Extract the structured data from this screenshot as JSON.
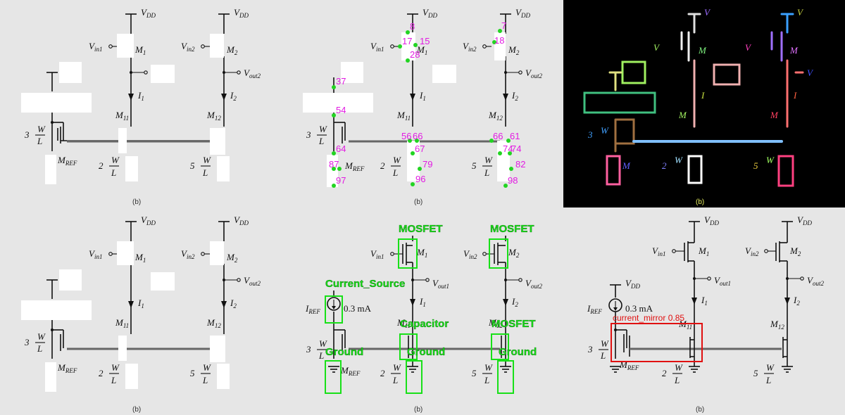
{
  "circuit": {
    "vdd": "V",
    "vdd_sub": "DD",
    "vin1": "V",
    "vin1_sub": "in1",
    "vin2": "V",
    "vin2_sub": "in2",
    "vout1": "V",
    "vout1_sub": "out1",
    "vout2": "V",
    "vout2_sub": "out2",
    "m1": "M",
    "m1_sub": "1",
    "m2": "M",
    "m2_sub": "2",
    "m11": "M",
    "m11_sub": "11",
    "m12": "M",
    "m12_sub": "12",
    "mref": "M",
    "mref_sub": "REF",
    "i1": "I",
    "i1_sub": "1",
    "i2": "I",
    "i2_sub": "2",
    "iref": "I",
    "iref_sub": "REF",
    "iref_value": "0.3 mA",
    "ratio_ref": "3",
    "ratio_m11": "2",
    "ratio_m12": "5",
    "w": "W",
    "l": "L",
    "caption": "(b)"
  },
  "keypoints": [
    "8",
    "7",
    "17",
    "15",
    "18",
    "28",
    "37",
    "54",
    "56",
    "66",
    "66",
    "61",
    "64",
    "67",
    "74",
    "74",
    "87",
    "79",
    "82",
    "97",
    "96",
    "98"
  ],
  "detections": {
    "mosfet_1": "MOSFET",
    "mosfet_2": "MOSFET",
    "current_source": "Current_Source",
    "capacitor": "Capacitor",
    "mosfet_3": "MOSFET",
    "ground_1": "Ground",
    "ground_2": "Ground",
    "ground_3": "Ground"
  },
  "mirror": {
    "label": "current_mirror",
    "score": "0.85"
  },
  "colors": {
    "background": "#e6e6e6",
    "keypoint": "#e21be2",
    "keypoint_dot": "#22d422",
    "detection": "#18e018",
    "mirror_box": "#e01010",
    "mask_background": "#000000"
  }
}
